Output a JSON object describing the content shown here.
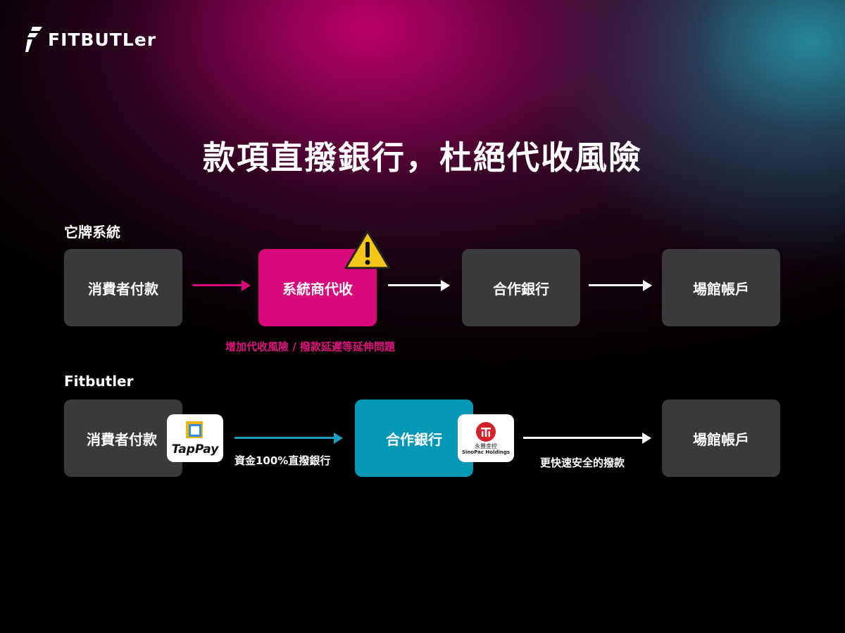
{
  "brand": {
    "name": "FITBUTLer",
    "icon": "fitbutler-logo-icon"
  },
  "title": "款項直撥銀行，杜絕代收風險",
  "row1": {
    "label": "它牌系統",
    "steps": [
      "消費者付款",
      "系統商代收",
      "合作銀行",
      "場館帳戶"
    ],
    "warning_icon": "warning-triangle-icon",
    "risk_note": "增加代收風險 / 撥款延遲等延伸問題"
  },
  "row2": {
    "label": "Fitbutler",
    "steps": [
      "消費者付款",
      "合作銀行",
      "場館帳戶"
    ],
    "captions": [
      "資金100%直撥銀行",
      "更快速安全的撥款"
    ],
    "tappay": {
      "text": "TapPay",
      "icon": "tappay-logo-icon"
    },
    "sinopac": {
      "cn": "永豐金控",
      "en": "SinoPac Holdings",
      "icon": "sinopac-logo-icon"
    }
  },
  "colors": {
    "accent_magenta": "#d8097a",
    "accent_teal": "#0497b6",
    "box_grey": "#3a3a3d",
    "warning_yellow": "#f5c518"
  }
}
